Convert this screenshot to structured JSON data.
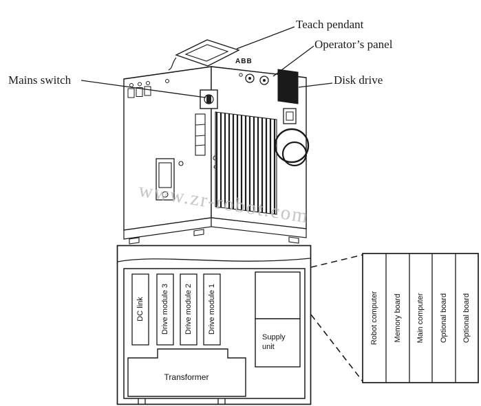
{
  "watermark": "www.zr-robot.com",
  "cabinet": {
    "brand": "ABB",
    "labels": {
      "teach_pendant": "Teach pendant",
      "operators_panel": "Operator’s panel",
      "mains_switch": "Mains switch",
      "disk_drive": "Disk drive"
    }
  },
  "schematic": {
    "modules": [
      "DC link",
      "Drive module 3",
      "Drive module 2",
      "Drive module 1"
    ],
    "supply_unit": "Supply unit",
    "transformer": "Transformer"
  },
  "boards": [
    "Robot computer",
    "Memory board",
    "Main computer",
    "Optional board",
    "Optional board"
  ]
}
